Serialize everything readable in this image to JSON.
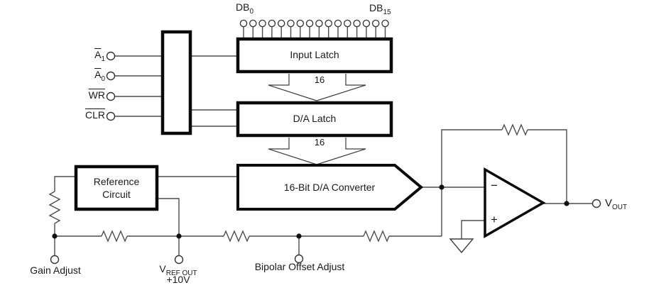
{
  "inputs": {
    "a1": {
      "base": "A",
      "sub": "1"
    },
    "a0": {
      "base": "A",
      "sub": "0"
    },
    "wr": "WR",
    "clr": "CLR"
  },
  "data_bus": {
    "db0": {
      "base": "DB",
      "sub": "0"
    },
    "db15": {
      "base": "DB",
      "sub": "15"
    },
    "pin_count": 16
  },
  "blocks": {
    "input_latch": "Input Latch",
    "da_latch": "D/A Latch",
    "dac": "16-Bit D/A Converter",
    "reference": {
      "line1": "Reference",
      "line2": "Circuit"
    }
  },
  "bus_widths": {
    "input_to_da": "16",
    "da_to_dac": "16"
  },
  "opamp": {
    "inverting": "−",
    "noninverting": "+"
  },
  "terminals": {
    "vout": {
      "base": "V",
      "sub": "OUT"
    },
    "gain_adjust": "Gain Adjust",
    "vref_out": {
      "base": "V",
      "sub": "REF OUT",
      "value": "+10V"
    },
    "bipolar_offset": "Bipolar Offset Adjust"
  },
  "colors": {
    "wire": "#4d4d4d",
    "outline": "#000000",
    "background": "#ffffff"
  }
}
